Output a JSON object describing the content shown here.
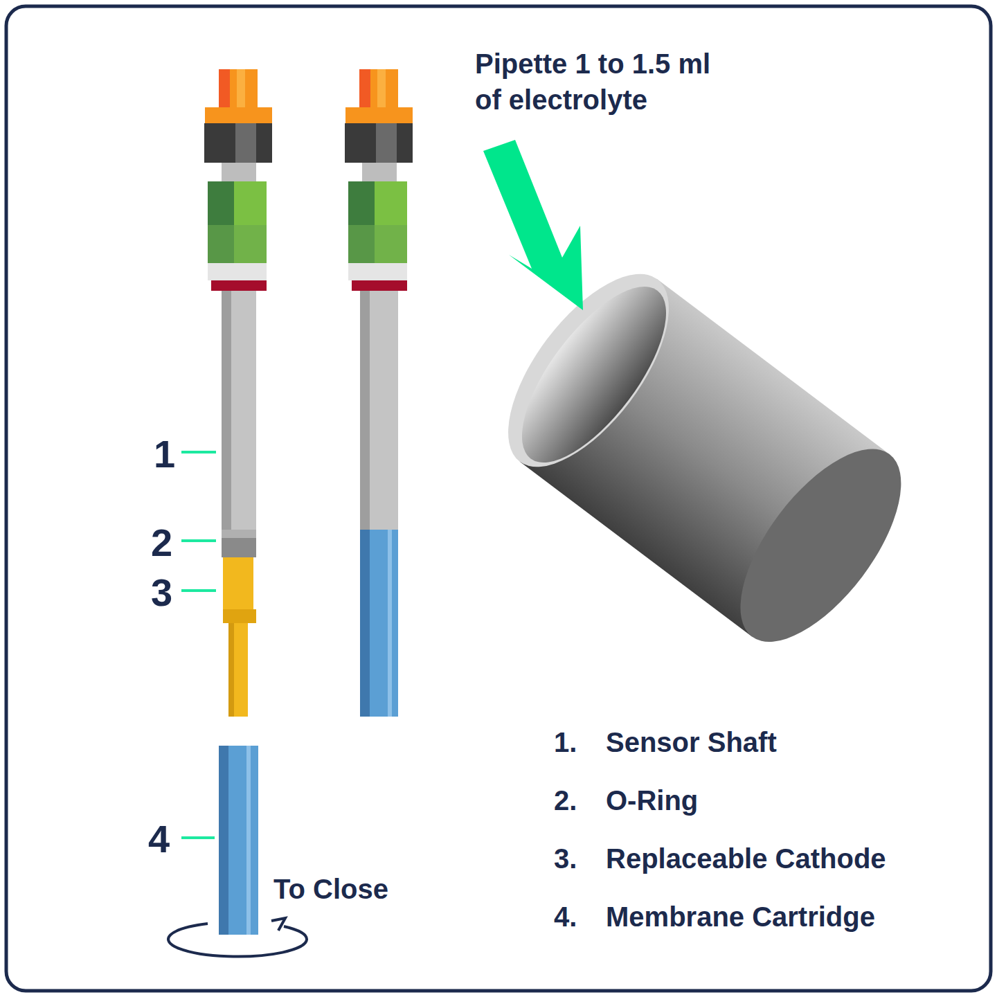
{
  "diagram": {
    "labels": [
      "Pipette 1 to 1.5 ml of electrolyte",
      "1",
      "2",
      "3",
      "4",
      "To Close",
      "1.",
      "Sensor Shaft",
      "2.",
      "O-Ring",
      "3.",
      "Replaceable Cathode",
      "4.",
      "Membrane Cartridge"
    ]
  }
}
